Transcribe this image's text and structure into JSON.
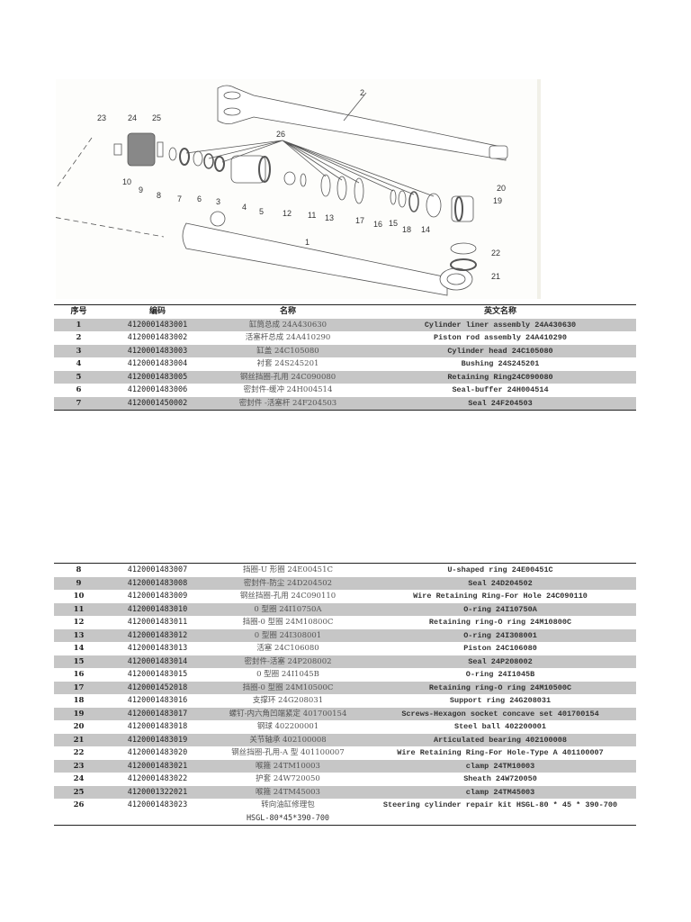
{
  "diagram": {
    "callouts": [
      "1",
      "2",
      "3",
      "4",
      "5",
      "6",
      "7",
      "8",
      "9",
      "10",
      "11",
      "12",
      "13",
      "14",
      "15",
      "16",
      "17",
      "18",
      "19",
      "20",
      "21",
      "22",
      "23",
      "24",
      "25",
      "26"
    ]
  },
  "table": {
    "headers": {
      "no": "序号",
      "code": "编码",
      "name_cn": "名称",
      "name_en": "英文名称"
    },
    "rows": [
      {
        "no": "1",
        "code": "4120001483001",
        "cn": "缸筒总成 24A430630",
        "en": "Cylinder liner assembly 24A430630"
      },
      {
        "no": "2",
        "code": "4120001483002",
        "cn": "活塞杆总成 24A410290",
        "en": "Piston rod assembly 24A410290"
      },
      {
        "no": "3",
        "code": "4120001483003",
        "cn": "缸盖 24C105080",
        "en": "Cylinder head 24C105080"
      },
      {
        "no": "4",
        "code": "4120001483004",
        "cn": "衬套 24S245201",
        "en": "Bushing 24S245201"
      },
      {
        "no": "5",
        "code": "4120001483005",
        "cn": "钢丝挡圈-孔用 24C090080",
        "en": "Retaining Ring24C090080"
      },
      {
        "no": "6",
        "code": "4120001483006",
        "cn": "密封件-缓冲 24H004514",
        "en": "Seal-buffer 24H004514"
      },
      {
        "no": "7",
        "code": "4120001450002",
        "cn": "密封件 -活塞杆 24F204503",
        "en": "Seal 24F204503"
      },
      {
        "no": "8",
        "code": "4120001483007",
        "cn": "挡圈-U 形圈 24E00451C",
        "en": "U-shaped ring 24E00451C"
      },
      {
        "no": "9",
        "code": "4120001483008",
        "cn": "密封件-防尘 24D204502",
        "en": "Seal 24D204502"
      },
      {
        "no": "10",
        "code": "4120001483009",
        "cn": "钢丝挡圈-孔用 24C090110",
        "en": "Wire Retaining Ring-For Hole 24C090110"
      },
      {
        "no": "11",
        "code": "4120001483010",
        "cn": "0 型圈 24I10750A",
        "en": "O-ring 24I10750A"
      },
      {
        "no": "12",
        "code": "4120001483011",
        "cn": "挡圈-0 型圈 24M10800C",
        "en": "Retaining ring-O ring 24M10800C"
      },
      {
        "no": "13",
        "code": "4120001483012",
        "cn": "0 型圈 24I308001",
        "en": "O-ring 24I308001"
      },
      {
        "no": "14",
        "code": "4120001483013",
        "cn": "活塞 24C106080",
        "en": "Piston 24C106080"
      },
      {
        "no": "15",
        "code": "4120001483014",
        "cn": "密封件-活塞 24P208002",
        "en": "Seal 24P208002"
      },
      {
        "no": "16",
        "code": "4120001483015",
        "cn": "0 型圈 24I1045B",
        "en": "O-ring 24I1045B"
      },
      {
        "no": "17",
        "code": "4120001452018",
        "cn": "挡圈-0 型圈 24M10500C",
        "en": "Retaining ring-O ring 24M10500C"
      },
      {
        "no": "18",
        "code": "4120001483016",
        "cn": "支撑环 24G208031",
        "en": "Support ring 24G208031"
      },
      {
        "no": "19",
        "code": "4120001483017",
        "cn": "螺钉-内六角凹端紧定 401700154",
        "en": "Screws-Hexagon socket concave set 401700154"
      },
      {
        "no": "20",
        "code": "4120001483018",
        "cn": "钢球 402200001",
        "en": "Steel ball 402200001"
      },
      {
        "no": "21",
        "code": "4120001483019",
        "cn": "关节轴承 402100008",
        "en": "Articulated bearing 402100008"
      },
      {
        "no": "22",
        "code": "4120001483020",
        "cn": "钢丝挡圈-孔用-A 型 401100007",
        "en": "Wire Retaining Ring-For Hole-Type A 401100007"
      },
      {
        "no": "23",
        "code": "4120001483021",
        "cn": "喉箍 24TM10003",
        "en": "clamp 24TM10003"
      },
      {
        "no": "24",
        "code": "4120001483022",
        "cn": "护套 24W720050",
        "en": "Sheath 24W720050"
      },
      {
        "no": "25",
        "code": "4120001322021",
        "cn": "喉箍 24TM45003",
        "en": "clamp 24TM45003"
      },
      {
        "no": "26",
        "code": "4120001483023",
        "cn": "转向油缸修理包",
        "cn_line2": "HSGL-80*45*390-700",
        "en": "Steering cylinder repair kit HSGL-80 * 45 * 390-700"
      }
    ]
  }
}
